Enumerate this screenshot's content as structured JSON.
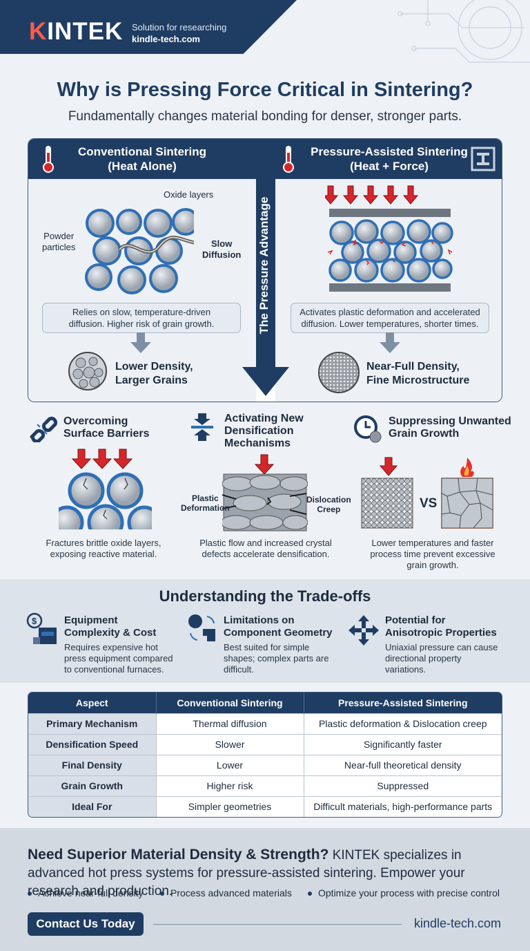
{
  "header": {
    "logo": "KINTEK",
    "tagline_line1": "Solution for researching",
    "tagline_line2": "kindle-tech.com"
  },
  "title": "Why is Pressing Force Critical in Sintering?",
  "subtitle": "Fundamentally changes material bonding for denser, stronger parts.",
  "comparison": {
    "left": {
      "heading_line1": "Conventional Sintering",
      "heading_line2": "(Heat Alone)",
      "label_oxide": "Oxide layers",
      "label_powder_line1": "Powder",
      "label_powder_line2": "particles",
      "label_slow_line1": "Slow",
      "label_slow_line2": "Diffusion",
      "note_line1": "Relies on slow, temperature-driven",
      "note_line2": "diffusion. Higher risk of grain growth.",
      "result_line1": "Lower Density,",
      "result_line2": "Larger Grains"
    },
    "center_arrow": "The Pressure Advantage",
    "right": {
      "heading_line1": "Pressure-Assisted Sintering",
      "heading_line2": "(Heat + Force)",
      "note_line1": "Activates plastic deformation and accelerated",
      "note_line2": "diffusion. Lower temperatures, shorter times.",
      "result_line1": "Near-Full Density,",
      "result_line2": "Fine Microstructure"
    }
  },
  "features": [
    {
      "title_line1": "Overcoming",
      "title_line2": "Surface Barriers",
      "title_line3": "",
      "desc_line1": "Fractures brittle oxide layers,",
      "desc_line2": "exposing reactive material.",
      "desc_line3": ""
    },
    {
      "title_line1": "Activating New",
      "title_line2": "Densification",
      "title_line3": "Mechanisms",
      "desc_line1": "Plastic flow and increased crystal",
      "desc_line2": "defects accelerate densification.",
      "desc_line3": "",
      "label_left_line1": "Plastic",
      "label_left_line2": "Deformation",
      "label_right_line1": "Dislocation",
      "label_right_line2": "Creep"
    },
    {
      "title_line1": "Suppressing Unwanted",
      "title_line2": "Grain Growth",
      "title_line3": "",
      "desc_line1": "Lower temperatures and faster",
      "desc_line2": "process time prevent excessive",
      "desc_line3": "grain growth.",
      "vs": "VS"
    }
  ],
  "tradeoffs": {
    "heading": "Understanding the Trade-offs",
    "items": [
      {
        "title_line1": "Equipment",
        "title_line2": "Complexity & Cost",
        "desc_line1": "Requires expensive hot",
        "desc_line2": "press equipment compared",
        "desc_line3": "to conventional furnaces."
      },
      {
        "title_line1": "Limitations on",
        "title_line2": "Component Geometry",
        "desc_line1": "Best suited for simple",
        "desc_line2": "shapes; complex parts are",
        "desc_line3": "difficult."
      },
      {
        "title_line1": "Potential for",
        "title_line2": "Anisotropic Properties",
        "desc_line1": "Uniaxial pressure can cause",
        "desc_line2": "directional property",
        "desc_line3": "variations."
      }
    ]
  },
  "table": {
    "headers": [
      "Aspect",
      "Conventional Sintering",
      "Pressure-Assisted Sintering"
    ],
    "rows": [
      [
        "Primary Mechanism",
        "Thermal diffusion",
        "Plastic deformation & Dislocation creep"
      ],
      [
        "Densification Speed",
        "Slower",
        "Significantly faster"
      ],
      [
        "Final Density",
        "Lower",
        "Near-full theoretical density"
      ],
      [
        "Grain Growth",
        "Higher risk",
        "Suppressed"
      ],
      [
        "Ideal For",
        "Simpler geometries",
        "Difficult materials, high-performance parts"
      ]
    ]
  },
  "cta": {
    "headline": "Need Superior Material Density & Strength?",
    "body": " KINTEK specializes in advanced hot press systems for pressure-assisted sintering. Empower your research and production.",
    "bullets": [
      "Achieve near-full density",
      "Process advanced materials",
      "Optimize your process with precise control"
    ],
    "button": "Contact Us Today",
    "url": "kindle-tech.com"
  },
  "colors": {
    "navy": "#1f3d63",
    "accent_red": "#d6262b",
    "particle_blue": "#2f6fb5"
  }
}
